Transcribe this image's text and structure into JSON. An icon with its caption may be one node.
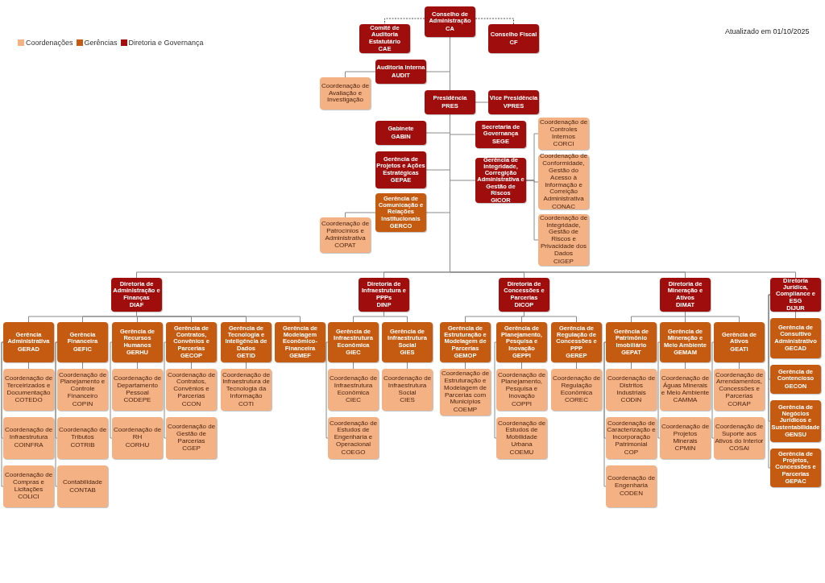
{
  "diagram": {
    "nodes": [
      {
        "text": [
          "Conselho de Administração",
          "CA"
        ]
      },
      {
        "text": [
          "Comitê de Auditoria Estatutário",
          "CAE"
        ]
      },
      {
        "text": [
          "Conselho Fiscal",
          "CF"
        ]
      },
      {
        "text": [
          "Auditoria Interna",
          "AUDIT"
        ]
      },
      {
        "text": [
          "Coordenação de Avaliação e Investigação"
        ]
      },
      {
        "text": [
          "Presidência",
          "PRES"
        ]
      },
      {
        "text": [
          "Vice Presidência",
          "VPRES"
        ]
      },
      {
        "text": [
          "Gabinete",
          "GABIN"
        ]
      },
      {
        "text": [
          "Secretaria de Governança",
          "SEGE"
        ]
      },
      {
        "text": [
          "Coordenação de Controles Internos",
          "CORCI"
        ]
      },
      {
        "text": [
          "Gerência de Projetos e Ações Estratégicas",
          "GEPAE"
        ]
      },
      {
        "text": [
          "Gerência de Integridade, Corregição Administrativa e Gestão de Riscos",
          "GICOR"
        ]
      },
      {
        "text": [
          "Coordenação de Conformidade, Gestão do Acesso à Informação e Correição Administrativa",
          "CONAC"
        ]
      },
      {
        "text": [
          "Gerência de Comunicação e Relações Institucionais",
          "GERCO"
        ]
      },
      {
        "text": [
          "Coordenação de Integridade, Gestão de Riscos e Privacidade dos Dados",
          "CIGEP"
        ]
      },
      {
        "text": [
          "Coordenação de Patrocínios e Administrativa",
          "COPAT"
        ]
      },
      {
        "text": [
          "Diretoria de Administração e Finanças",
          "DIAF"
        ]
      },
      {
        "text": [
          "Gerência Administrativa",
          "GERAD"
        ]
      },
      {
        "text": [
          "Coordenação de Terceirizados e Documentação",
          "COTEDO"
        ]
      },
      {
        "text": [
          "Coordenação de Infraestrutura",
          "COINFRA"
        ]
      },
      {
        "text": [
          "Coordenação de Compras e Licitações",
          "COLICI"
        ]
      },
      {
        "text": [
          "Gerência Financeira",
          "GEFIC"
        ]
      },
      {
        "text": [
          "Coordenação de Planejamento e Controle Financeiro",
          "COPIN"
        ]
      },
      {
        "text": [
          "Coordenação de Tributos",
          "COTRIB"
        ]
      },
      {
        "text": [
          "Contabilidade",
          "CONTAB"
        ]
      },
      {
        "text": [
          "Gerência de Recursos Humanos",
          "GERHU"
        ]
      },
      {
        "text": [
          "Coordenação de Departamento Pessoal",
          "CODEPE"
        ]
      },
      {
        "text": [
          "Coordenação de RH",
          "CORHU"
        ]
      },
      {
        "text": [
          "Gerência de Contratos, Convênios e Parcerias",
          "GECOP"
        ]
      },
      {
        "text": [
          "Coordenação de Contratos, Convênios e Parcerias",
          "CCON"
        ]
      },
      {
        "text": [
          "Coordenação de Gestão de Parcerias",
          "CGEP"
        ]
      },
      {
        "text": [
          "Gerência de Tecnologia e Inteligência de Dados",
          "GETID"
        ]
      },
      {
        "text": [
          "Coordenação de Infraestrutura de Tecnologia da Informação",
          "COTI"
        ]
      },
      {
        "text": [
          "Gerência de Modelagem Econômico-Financeira",
          "GEMEF"
        ]
      },
      {
        "text": [
          "Diretoria de Infraestrutura e PPPs",
          "DINP"
        ]
      },
      {
        "text": [
          "Gerência de Infraestrutura Econômica",
          "GIEC"
        ]
      },
      {
        "text": [
          "Coordenação de Infraestrutura Econômica",
          "CIEC"
        ]
      },
      {
        "text": [
          "Coordenação de Estudos de Engenharia e Operacional",
          "COEGO"
        ]
      },
      {
        "text": [
          "Gerência de Infraestrutura Social",
          "GIES"
        ]
      },
      {
        "text": [
          "Coordenação de Infraestrutura Social",
          "CIES"
        ]
      },
      {
        "text": [
          "Diretoria de Concessões e Parcerias",
          "DICOP"
        ]
      },
      {
        "text": [
          "Gerência de Estruturação e Modelagem de Parcerias",
          "GEMOP"
        ]
      },
      {
        "text": [
          "Coordenação de Estruturação e Modelagem de Parcerias com Municípios",
          "COEMP"
        ]
      },
      {
        "text": [
          "Gerência de Planejamento, Pesquisa e Inovação",
          "GEPPI"
        ]
      },
      {
        "text": [
          "Coordenação de Planejamento, Pesquisa e Inovação",
          "COPPI"
        ]
      },
      {
        "text": [
          "Coordenação de Estudos de Mobilidade Urbana",
          "COEMU"
        ]
      },
      {
        "text": [
          "Gerência de Regulação de Concessões e PPP",
          "GEREP"
        ]
      },
      {
        "text": [
          "Coordenação de Regulação Econômica",
          "COREC"
        ]
      },
      {
        "text": [
          "Diretoria de Mineração e Ativos",
          "DIMAT"
        ]
      },
      {
        "text": [
          "Gerência de Patrimônio Imobiliário",
          "GEPAT"
        ]
      },
      {
        "text": [
          "Coordenação de Distritos Industriais",
          "CODIN"
        ]
      },
      {
        "text": [
          "Coordenação de Caracterização e Incorporação Patrimonial",
          "COP"
        ]
      },
      {
        "text": [
          "Coordenação de Engenharia",
          "CODEN"
        ]
      },
      {
        "text": [
          "Gerência de Mineração e Meio Ambiente",
          "GEMAM"
        ]
      },
      {
        "text": [
          "Coordenação de Águas Minerais e Meio Ambiente",
          "CAMMA"
        ]
      },
      {
        "text": [
          "Coordenação de Projetos Minerais",
          "CPMIN"
        ]
      },
      {
        "text": [
          "Gerência de Ativos",
          "GEATI"
        ]
      },
      {
        "text": [
          "Coordenação de Arrendamentos, Concessões e Parcerias",
          "CORAP"
        ]
      },
      {
        "text": [
          "Coordenação de Suporte aos Ativos do Interior",
          "COSAI"
        ]
      },
      {
        "text": [
          "Diretoria Jurídica, Compliance e ESG",
          "DIJUR"
        ]
      },
      {
        "text": [
          "Gerência de Consultivo Administrativo",
          "GECAD"
        ]
      },
      {
        "text": [
          "Gerência de Contencioso",
          "GECON"
        ]
      },
      {
        "text": [
          "Gerência de Negócios Jurídicos e Sustentabilidade",
          "GENSU"
        ]
      },
      {
        "text": [
          "Gerência de Projetos, Concessões e Parcerias",
          "GEPAC"
        ]
      }
    ],
    "edges": [
      {
        "from": 0,
        "to": 1,
        "arrow": "none",
        "style": "dashed"
      },
      {
        "from": 0,
        "to": 2,
        "arrow": "none",
        "style": "dashed"
      },
      {
        "from": 0,
        "to": 3,
        "arrow": "none"
      },
      {
        "from": 3,
        "to": 4,
        "arrow": "none"
      },
      {
        "from": 0,
        "to": 5,
        "arrow": "none"
      },
      {
        "from": 5,
        "to": 6,
        "arrow": "none"
      },
      {
        "from": 5,
        "to": 7,
        "arrow": "none"
      },
      {
        "from": 5,
        "to": 8,
        "arrow": "none"
      },
      {
        "from": 5,
        "to": 10,
        "arrow": "none"
      },
      {
        "from": 5,
        "to": 11,
        "arrow": "none"
      },
      {
        "from": 11,
        "to": 9,
        "arrow": "none"
      },
      {
        "from": 11,
        "to": 12,
        "arrow": "none"
      },
      {
        "from": 11,
        "to": 14,
        "arrow": "none"
      },
      {
        "from": 5,
        "to": 13,
        "arrow": "none"
      },
      {
        "from": 13,
        "to": 15,
        "arrow": "none"
      },
      {
        "from": 5,
        "to": 16,
        "arrow": "none"
      },
      {
        "from": 5,
        "to": 34,
        "arrow": "none"
      },
      {
        "from": 5,
        "to": 40,
        "arrow": "none"
      },
      {
        "from": 5,
        "to": 48,
        "arrow": "none"
      },
      {
        "from": 5,
        "to": 59,
        "arrow": "none"
      },
      {
        "from": 16,
        "to": 17,
        "arrow": "none"
      },
      {
        "from": 16,
        "to": 21,
        "arrow": "none"
      },
      {
        "from": 16,
        "to": 25,
        "arrow": "none"
      },
      {
        "from": 16,
        "to": 28,
        "arrow": "none"
      },
      {
        "from": 16,
        "to": 31,
        "arrow": "none"
      },
      {
        "from": 16,
        "to": 33,
        "arrow": "none"
      },
      {
        "from": 17,
        "to": 18,
        "arrow": "none"
      },
      {
        "from": 17,
        "to": 19,
        "arrow": "none"
      },
      {
        "from": 17,
        "to": 20,
        "arrow": "none"
      },
      {
        "from": 21,
        "to": 22,
        "arrow": "none"
      },
      {
        "from": 21,
        "to": 23,
        "arrow": "none"
      },
      {
        "from": 21,
        "to": 24,
        "arrow": "none"
      },
      {
        "from": 25,
        "to": 26,
        "arrow": "none"
      },
      {
        "from": 25,
        "to": 27,
        "arrow": "none"
      },
      {
        "from": 28,
        "to": 29,
        "arrow": "none"
      },
      {
        "from": 28,
        "to": 30,
        "arrow": "none"
      },
      {
        "from": 31,
        "to": 32,
        "arrow": "none"
      },
      {
        "from": 34,
        "to": 35,
        "arrow": "none"
      },
      {
        "from": 34,
        "to": 38,
        "arrow": "none"
      },
      {
        "from": 35,
        "to": 36,
        "arrow": "none"
      },
      {
        "from": 35,
        "to": 37,
        "arrow": "none"
      },
      {
        "from": 38,
        "to": 39,
        "arrow": "none"
      },
      {
        "from": 40,
        "to": 41,
        "arrow": "none"
      },
      {
        "from": 40,
        "to": 43,
        "arrow": "none"
      },
      {
        "from": 40,
        "to": 46,
        "arrow": "none"
      },
      {
        "from": 41,
        "to": 42,
        "arrow": "none"
      },
      {
        "from": 43,
        "to": 44,
        "arrow": "none"
      },
      {
        "from": 43,
        "to": 45,
        "arrow": "none"
      },
      {
        "from": 46,
        "to": 47,
        "arrow": "none"
      },
      {
        "from": 48,
        "to": 49,
        "arrow": "none"
      },
      {
        "from": 48,
        "to": 53,
        "arrow": "none"
      },
      {
        "from": 48,
        "to": 56,
        "arrow": "none"
      },
      {
        "from": 49,
        "to": 50,
        "arrow": "none"
      },
      {
        "from": 49,
        "to": 51,
        "arrow": "none"
      },
      {
        "from": 49,
        "to": 52,
        "arrow": "none"
      },
      {
        "from": 53,
        "to": 54,
        "arrow": "none"
      },
      {
        "from": 53,
        "to": 55,
        "arrow": "none"
      },
      {
        "from": 56,
        "to": 57,
        "arrow": "none"
      },
      {
        "from": 56,
        "to": 58,
        "arrow": "none"
      },
      {
        "from": 59,
        "to": 60,
        "arrow": "none"
      },
      {
        "from": 59,
        "to": 61,
        "arrow": "none"
      },
      {
        "from": 59,
        "to": 62,
        "arrow": "none"
      },
      {
        "from": 59,
        "to": 63,
        "arrow": "none"
      }
    ],
    "labels": [
      "Atualizado em 01/10/2025"
    ],
    "legend": [
      {
        "text": "Coordenações",
        "color": "#f4b183"
      },
      {
        "text": "Gerências",
        "color": "#c55a11"
      },
      {
        "text": "Diretoria e Governança",
        "color": "#a00d0d"
      }
    ]
  }
}
